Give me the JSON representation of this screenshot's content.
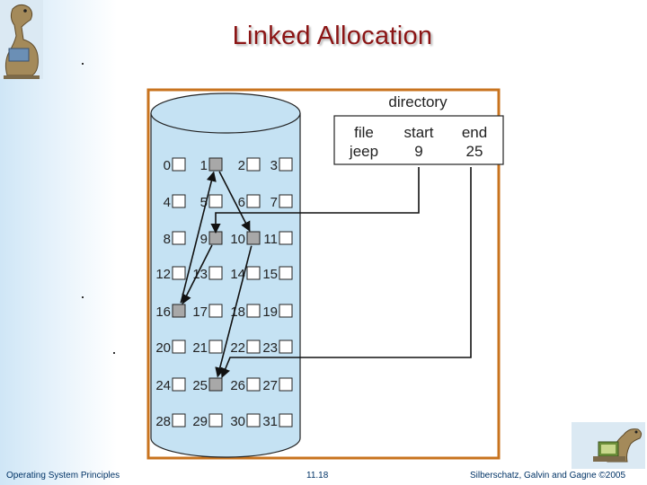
{
  "title": "Linked Allocation",
  "footer": {
    "left": "Operating System Principles",
    "center": "11.18",
    "right": "Silberschatz, Galvin and Gagne ©2005"
  },
  "directory": {
    "label": "directory",
    "headers": [
      "file",
      "start",
      "end"
    ],
    "row": [
      "jeep",
      "9",
      "25"
    ]
  },
  "blocks": [
    "0",
    "1",
    "2",
    "3",
    "4",
    "5",
    "6",
    "7",
    "8",
    "9",
    "10",
    "11",
    "12",
    "13",
    "14",
    "15",
    "16",
    "17",
    "18",
    "19",
    "20",
    "21",
    "22",
    "23",
    "24",
    "25",
    "26",
    "27",
    "28",
    "29",
    "30",
    "31"
  ],
  "chain": [
    9,
    16,
    1,
    10,
    25
  ],
  "colors": {
    "title": "#8b1414",
    "frame": "#c8731e",
    "disk": "#c5e2f3",
    "used_block": "#a8a8a8"
  }
}
